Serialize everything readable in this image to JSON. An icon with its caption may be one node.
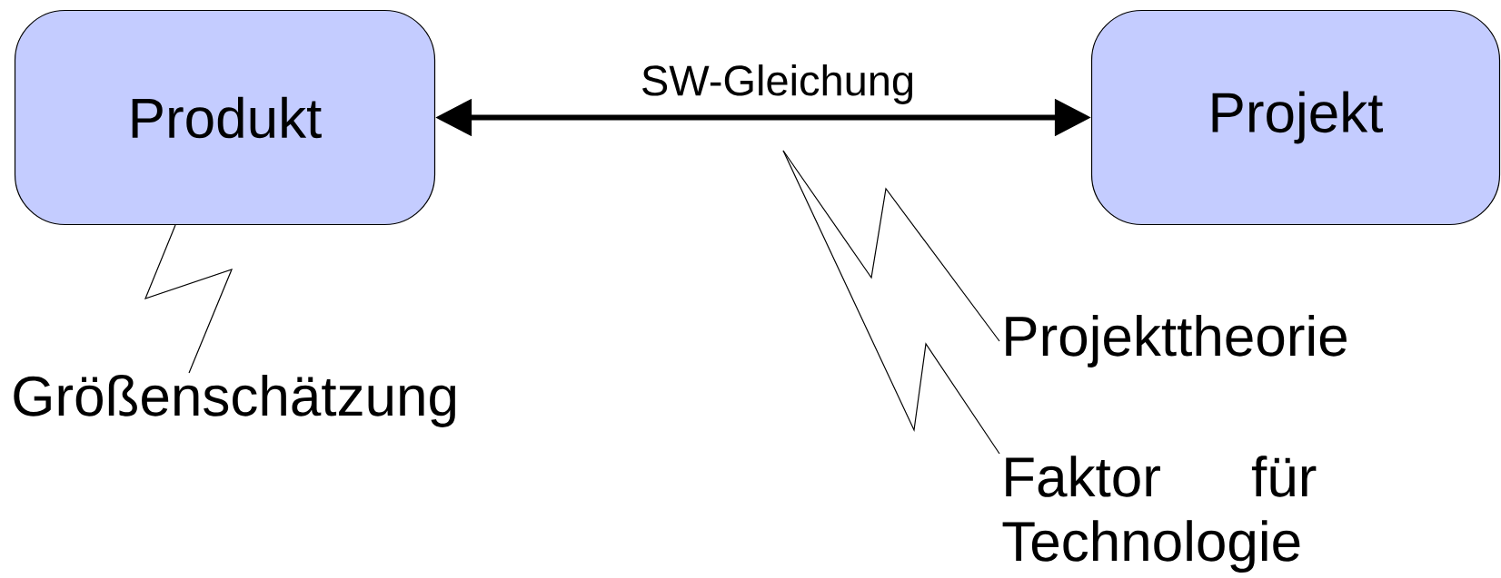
{
  "diagram": {
    "nodes": [
      {
        "text": [
          "Produkt"
        ]
      },
      {
        "text": [
          "Projekt"
        ]
      },
      {
        "text": [
          "Größenschätzung"
        ]
      },
      {
        "text": [
          "Projekttheorie"
        ]
      },
      {
        "text": [
          "Faktor für Technologie"
        ]
      }
    ],
    "edges": [
      {
        "from": 0,
        "to": 1,
        "arrow": "both",
        "label": "SW-Gleichung",
        "style": "thick"
      },
      {
        "from": 0,
        "to": 2,
        "arrow": "none"
      },
      {
        "from": 3,
        "to": null,
        "arrow": "none"
      },
      {
        "from": 4,
        "to": null,
        "arrow": "none"
      }
    ]
  }
}
